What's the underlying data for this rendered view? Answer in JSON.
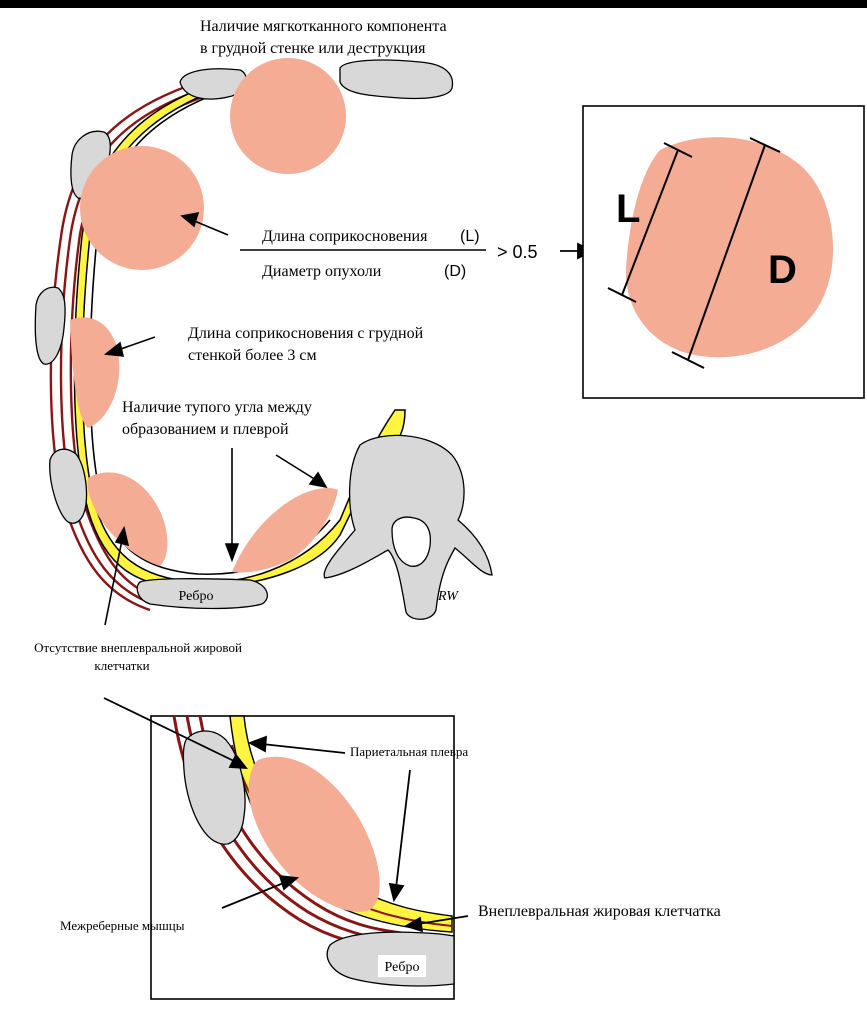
{
  "colors": {
    "background": "#000000",
    "panel": "#ffffff",
    "tumor": "#f4ac94",
    "pleura_fat": "#fff43f",
    "rib_fill": "#d8d8d8",
    "muscle_line": "#8c1414",
    "ink": "#000000"
  },
  "labels": {
    "soft_tissue_line1": "Наличие мягкотканного компонента",
    "soft_tissue_line2": "в грудной стенке или деструкция",
    "ratio_numerator": "Длина соприкосновения",
    "ratio_numerator_symbol": "(L)",
    "ratio_denominator": "Диаметр опухоли",
    "ratio_denominator_symbol": "(D)",
    "ratio_threshold": "> 0.5",
    "contact_line1": "Длина соприкосновения с грудной",
    "contact_line2": "стенкой более 3 см",
    "obtuse_line1": "Наличие тупого угла между",
    "obtuse_line2": "образованием и плеврой",
    "no_fat_line1": "Отсутствие внеплевральной жировой",
    "no_fat_line2": "клетчатки",
    "rib_main": "Ребро",
    "rib_inset": "Ребро",
    "parietal_pleura": "Париетальная плевра",
    "extrapleural_fat": "Внеплевральная жировая клетчатка",
    "intercostal_muscles": "Межреберные мышцы",
    "box_L": "L",
    "box_D": "D",
    "signature": "RW"
  }
}
